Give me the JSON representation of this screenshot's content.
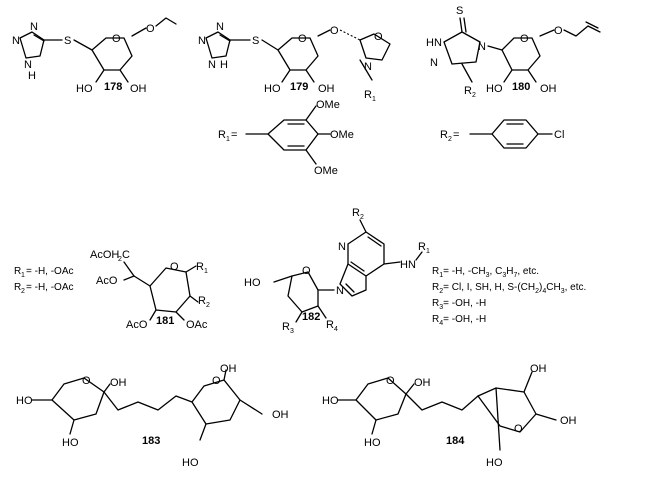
{
  "compounds": {
    "c178": {
      "number": "178"
    },
    "c179": {
      "number": "179"
    },
    "c180": {
      "number": "180"
    },
    "c181": {
      "number": "181"
    },
    "c182": {
      "number": "182"
    },
    "c183": {
      "number": "183"
    },
    "c184": {
      "number": "184"
    }
  },
  "atoms": {
    "N": "N",
    "NH": "N",
    "H": "H",
    "S": "S",
    "O": "O",
    "HO": "HO",
    "OH": "OH",
    "HN": "HN",
    "R1": "R",
    "R2": "R",
    "R3": "R",
    "R4": "R",
    "OMe": "OMe",
    "Cl": "Cl",
    "AcOH2C": "AcOH",
    "two": "2",
    "C": "C",
    "AcO": "AcO",
    "OAc": "OAc"
  },
  "r_groups_top": {
    "r1_label": "R",
    "r1_sub": "1",
    "r1_eq": "=",
    "r2_label": "R",
    "r2_sub": "2",
    "r2_eq": "="
  },
  "defs_181": {
    "r1": {
      "name": "R",
      "sub": "1",
      "text": "= -H, -OAc"
    },
    "r2": {
      "name": "R",
      "sub": "2",
      "text": "= -H, -OAc"
    }
  },
  "defs_182": {
    "r1": {
      "name": "R",
      "sub": "1",
      "pre": "= -H, -CH",
      "s1": "3",
      "mid": ", C",
      "s2": "3",
      "mid2": "H",
      "s3": "7",
      "post": ", etc."
    },
    "r2": {
      "name": "R",
      "sub": "2",
      "pre": "= Cl, I, SH, H, S-(CH",
      "s1": "2",
      "mid": ")",
      "s2": "4",
      "mid2": "CH",
      "s3": "3",
      "post": ", etc."
    },
    "r3": {
      "name": "R",
      "sub": "3",
      "text": "= -OH, -H"
    },
    "r4": {
      "name": "R",
      "sub": "4",
      "text": "= -OH, -H"
    }
  }
}
